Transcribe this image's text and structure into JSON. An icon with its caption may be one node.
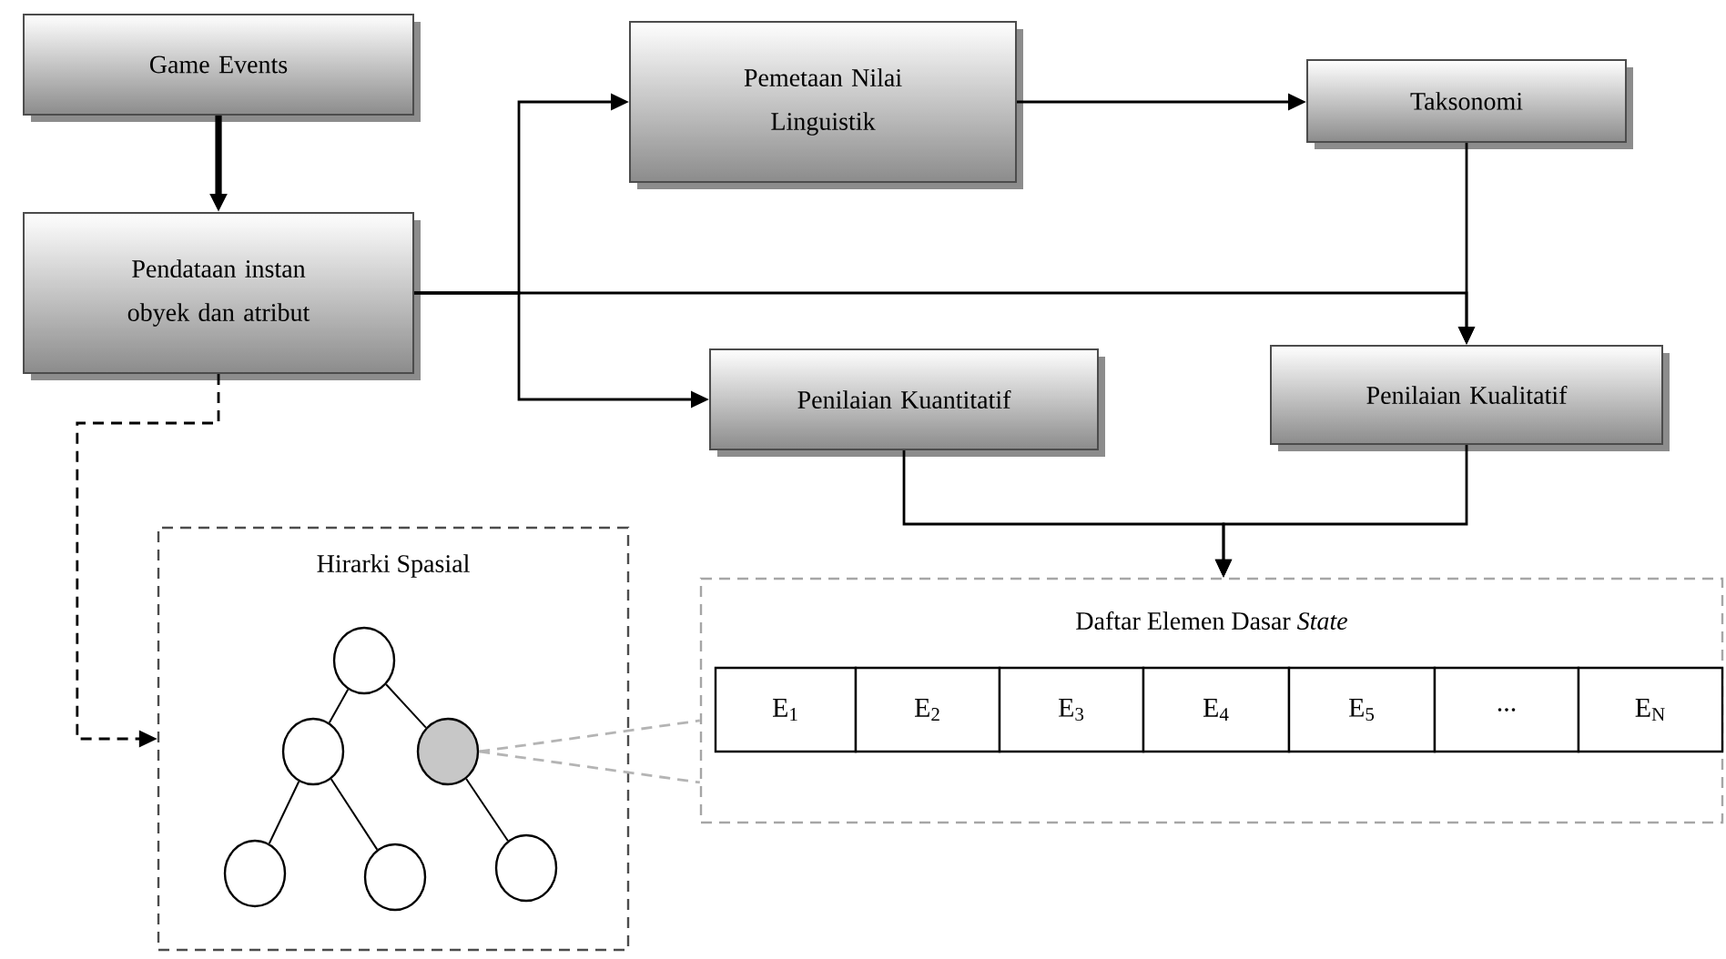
{
  "diagram": {
    "nodes": [
      {
        "text": [
          "Game Events"
        ]
      },
      {
        "text": [
          "Pendataan instan obyek dan atribut"
        ]
      },
      {
        "text": [
          "Pemetaan Nilai Linguistik"
        ]
      },
      {
        "text": [
          "Taksonomi"
        ]
      },
      {
        "text": [
          "Penilaian Kuantitatif"
        ]
      },
      {
        "text": [
          "Penilaian Kualitatif"
        ]
      },
      {
        "text": [
          "Hirarki Spasial"
        ]
      },
      {
        "text": [],
        "shape": "circle",
        "in": 6
      },
      {
        "text": [],
        "shape": "circle",
        "in": 6
      },
      {
        "text": [],
        "shape": "circle",
        "in": 6
      },
      {
        "text": [],
        "shape": "circle",
        "in": 6
      },
      {
        "text": [],
        "shape": "circle",
        "in": 6
      },
      {
        "text": [],
        "shape": "circle",
        "in": 6
      },
      {
        "text": [
          "Daftar Elemen Dasar *State*"
        ]
      },
      {
        "text": [
          "E$_{1}$"
        ],
        "in": 13
      },
      {
        "text": [
          "E$_{2}$"
        ],
        "in": 13
      },
      {
        "text": [
          "E$_{3}$"
        ],
        "in": 13
      },
      {
        "text": [
          "E$_{4}$"
        ],
        "in": 13
      },
      {
        "text": [
          "E$_{5}$"
        ],
        "in": 13
      },
      {
        "text": [
          "..."
        ],
        "in": 13
      },
      {
        "text": [
          "E$_{N}$"
        ],
        "in": 13
      }
    ],
    "edges": [
      {
        "from": 0,
        "to": 1,
        "arrow": "to",
        "style": "thick"
      },
      {
        "from": 1,
        "to": 2,
        "arrow": "to"
      },
      {
        "from": 1,
        "to": 4,
        "arrow": "to"
      },
      {
        "from": 1,
        "to": 5,
        "arrow": "to"
      },
      {
        "from": 2,
        "to": 3,
        "arrow": "to"
      },
      {
        "from": 3,
        "to": 5,
        "arrow": "to"
      },
      {
        "from": 4,
        "to": 13,
        "arrow": "to"
      },
      {
        "from": 5,
        "to": 13,
        "arrow": "to"
      },
      {
        "from": 1,
        "to": 6,
        "arrow": "to",
        "style": "dashed"
      },
      {
        "from": 9,
        "to": 13,
        "arrow": "none",
        "style": "dashed",
        "color": "#b4b4b4"
      },
      {
        "from": 9,
        "to": 13,
        "arrow": "none",
        "style": "dashed",
        "color": "#b4b4b4"
      },
      {
        "from": 7,
        "to": 8,
        "arrow": "none"
      },
      {
        "from": 7,
        "to": 9,
        "arrow": "none"
      },
      {
        "from": 8,
        "to": 10,
        "arrow": "none"
      },
      {
        "from": 8,
        "to": 11,
        "arrow": "none"
      },
      {
        "from": 9,
        "to": 12,
        "arrow": "none"
      }
    ]
  }
}
